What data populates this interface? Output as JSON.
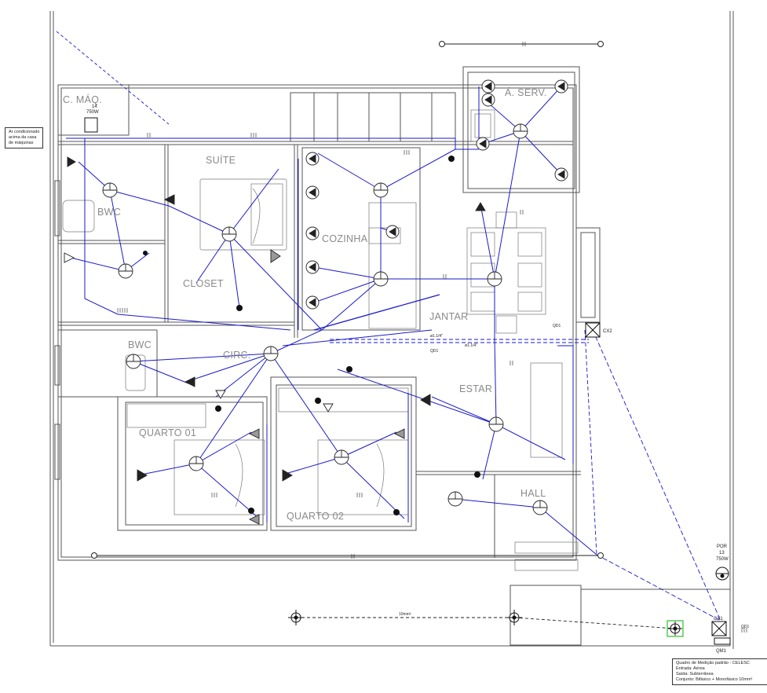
{
  "rooms": {
    "c_maq": "C. MÁQ.",
    "suite": "SUÍTE",
    "a_serv": "Á. SERV.",
    "bwc_top": "BWC",
    "cozinha": "COZINHA",
    "closet": "CLOSET",
    "jantar": "JANTAR",
    "bwc_mid": "BWC",
    "circ": "CIRC.",
    "estar": "ESTAR",
    "quarto01": "QUARTO 01",
    "quarto02": "QUARTO 02",
    "hall": "HALL"
  },
  "labels": {
    "ac_note": [
      "Ar condicionado",
      "acima da casa",
      "de máquinas"
    ],
    "cmaq_power": [
      "14",
      "750W"
    ],
    "por_power": [
      "POR",
      "13",
      "750W"
    ],
    "cx1": "CX1",
    "cx2": "CX2",
    "qm1": "QM1",
    "conduit_10mm": "10mm²",
    "conduit_1_1_4": "ø1.1/4\"",
    "qd1": "QD1"
  },
  "legend": {
    "lines": [
      "Quadro de Medição padrão - CELESC",
      "Entrada: Aérea",
      "Saída: Subterrânea",
      "Conjunto: Bifásico + Monofásico 10mm²"
    ]
  },
  "colors": {
    "wall": "#555555",
    "wire": "#1a1acc",
    "room_label": "#8a8a8a",
    "highlight": "#2fbf2f"
  }
}
